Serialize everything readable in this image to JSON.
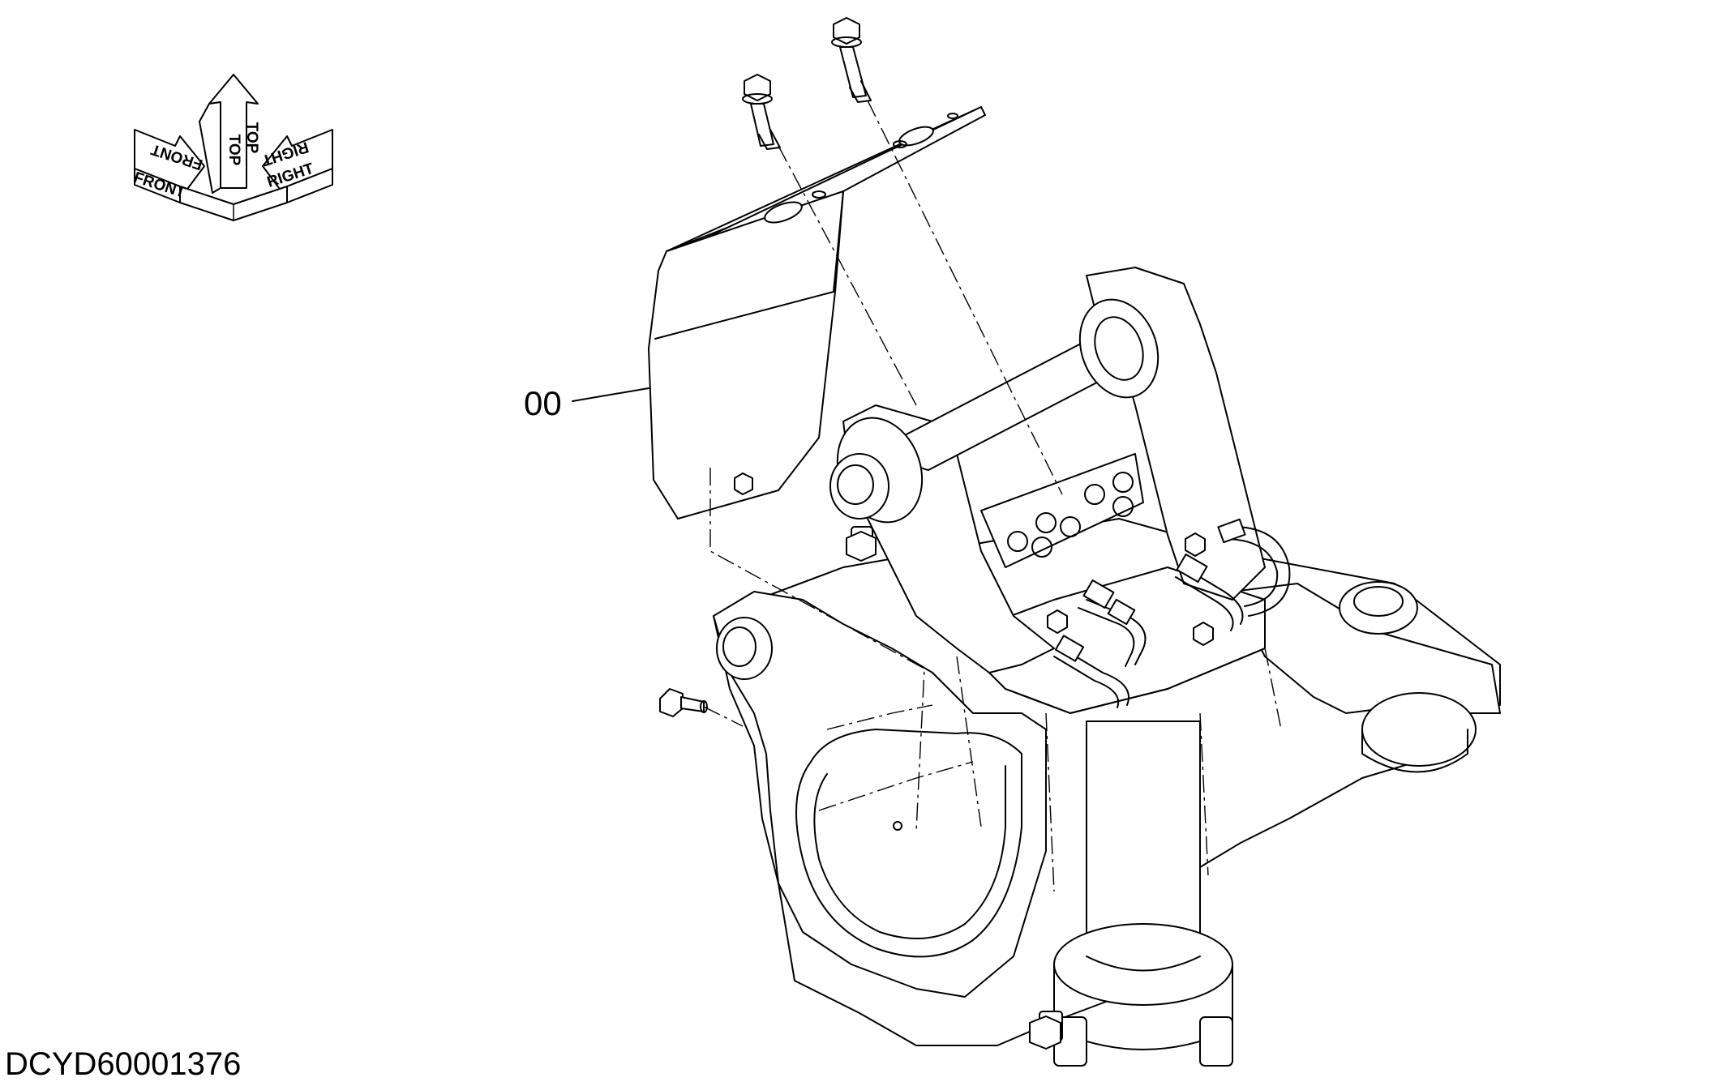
{
  "orientation": {
    "front": "FRONT",
    "top": "TOP",
    "right": "RIGHT"
  },
  "callouts": [
    {
      "label": "00"
    }
  ],
  "document_id": "DCYD60001376"
}
